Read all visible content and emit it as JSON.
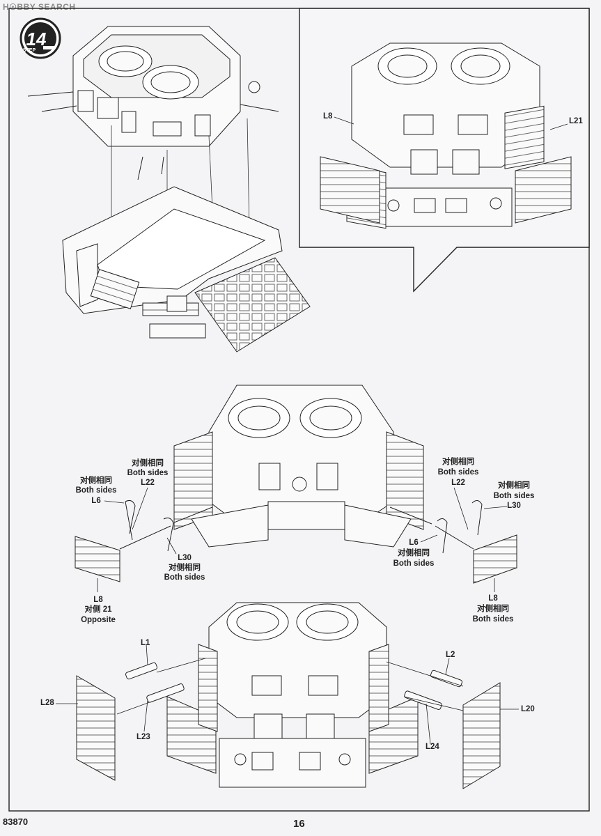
{
  "watermark": "H☉BBY SEARCH",
  "step": {
    "number": "14",
    "word": "STEP"
  },
  "page_number": "16",
  "product_code": "83870",
  "labels": {
    "l8_top": "L8",
    "l21": "L21",
    "mid_left_l22_cn": "对侧相同",
    "mid_left_l22_en": "Both sides",
    "mid_left_l22": "L22",
    "mid_left_l6_cn": "对侧相同",
    "mid_left_l6_en": "Both sides",
    "mid_left_l6": "L6",
    "mid_left_l30": "L30",
    "mid_left_l30_cn": "对侧相同",
    "mid_left_l30_en": "Both sides",
    "mid_left_l8": "L8",
    "mid_left_l8_cn": "对侧 21",
    "mid_left_l8_en": "Opposite",
    "mid_right_l22_cn": "对侧相同",
    "mid_right_l22_en": "Both sides",
    "mid_right_l22": "L22",
    "mid_right_l30_cn": "对侧相同",
    "mid_right_l30_en": "Both sides",
    "mid_right_l30": "L30",
    "mid_right_l6": "L6",
    "mid_right_l6_cn": "对侧相同",
    "mid_right_l6_en": "Both sides",
    "mid_right_l8": "L8",
    "mid_right_l8_cn": "对侧相同",
    "mid_right_l8_en": "Both sides",
    "l1": "L1",
    "l2": "L2",
    "l28": "L28",
    "l20": "L20",
    "l23": "L23",
    "l24": "L24"
  }
}
